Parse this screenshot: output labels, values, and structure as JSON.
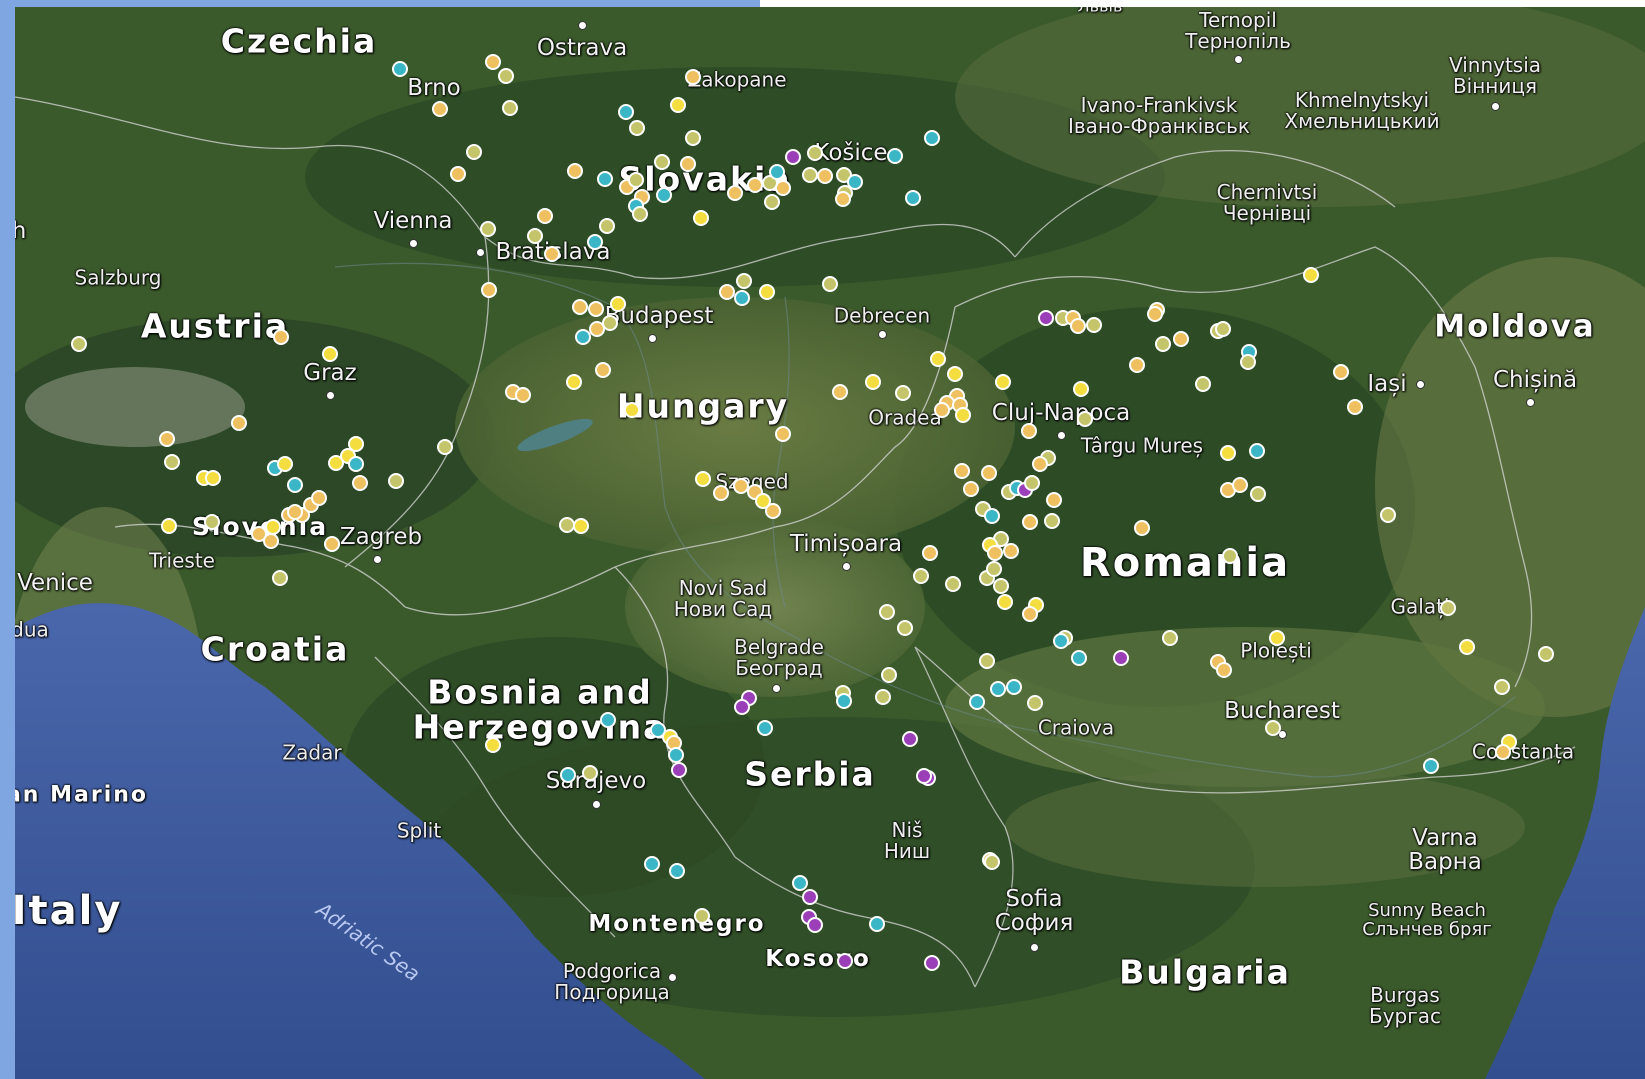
{
  "colors": {
    "water": "#3d5a9e",
    "land_dark": "#2f4a26",
    "land_mid": "#4a6a34",
    "land_light": "#6b7d4a",
    "border": "#d8d8d8",
    "frame_accent": "#7fa6e0",
    "marker_yellow": "#f4dd3f",
    "marker_light_orange": "#efc060",
    "marker_olive": "#c4c46a",
    "marker_cyan": "#3bb6c6",
    "marker_purple": "#9b3fb8"
  },
  "countries": [
    {
      "id": "czechia",
      "text": "Czechia"
    },
    {
      "id": "slovakia",
      "text": "Slovakia"
    },
    {
      "id": "austria",
      "text": "Austria"
    },
    {
      "id": "hungary",
      "text": "Hungary"
    },
    {
      "id": "slovenia",
      "text": "Slovenia"
    },
    {
      "id": "croatia",
      "text": "Croatia"
    },
    {
      "id": "bosnia",
      "text": "Bosnia and",
      "text2": "Herzegovina"
    },
    {
      "id": "serbia",
      "text": "Serbia"
    },
    {
      "id": "romania",
      "text": "Romania"
    },
    {
      "id": "moldova",
      "text": "Moldova"
    },
    {
      "id": "italy",
      "text": "Italy"
    },
    {
      "id": "montenegro",
      "text": "Montenegro"
    },
    {
      "id": "kosovo",
      "text": "Kosovo"
    },
    {
      "id": "bulgaria",
      "text": "Bulgaria"
    },
    {
      "id": "san-marino",
      "text": "an Marino"
    }
  ],
  "cities": [
    {
      "id": "ostrava",
      "text": "Ostrava"
    },
    {
      "id": "brno",
      "text": "Brno"
    },
    {
      "id": "zakopane",
      "text": "Zakopane"
    },
    {
      "id": "kosice",
      "text": "Košice"
    },
    {
      "id": "vienna",
      "text": "Vienna"
    },
    {
      "id": "bratislava",
      "text": "Bratislava"
    },
    {
      "id": "salzburg",
      "text": "Salzburg"
    },
    {
      "id": "graz",
      "text": "Graz"
    },
    {
      "id": "budapest",
      "text": "Budapest"
    },
    {
      "id": "debrecen",
      "text": "Debrecen"
    },
    {
      "id": "oradea",
      "text": "Oradea"
    },
    {
      "id": "cluj",
      "text": "Cluj-Napoca"
    },
    {
      "id": "targu-mures",
      "text": "Târgu Mureș"
    },
    {
      "id": "iasi",
      "text": "Iași"
    },
    {
      "id": "chisinau",
      "text": "Chișină"
    },
    {
      "id": "szeged",
      "text": "Szeged"
    },
    {
      "id": "timisoara",
      "text": "Timișoara"
    },
    {
      "id": "zagreb",
      "text": "Zagreb"
    },
    {
      "id": "trieste",
      "text": "Trieste"
    },
    {
      "id": "venice",
      "text": "Venice"
    },
    {
      "id": "padua",
      "text": "dua"
    },
    {
      "id": "novi-sad",
      "text": "Novi Sad",
      "text2": "Нови Сад"
    },
    {
      "id": "belgrade",
      "text": "Belgrade",
      "text2": "Београд"
    },
    {
      "id": "zadar",
      "text": "Zadar"
    },
    {
      "id": "sarajevo",
      "text": "Sarajevo"
    },
    {
      "id": "split",
      "text": "Split"
    },
    {
      "id": "nis",
      "text": "Niš",
      "text2": "Ниш"
    },
    {
      "id": "craiova",
      "text": "Craiova"
    },
    {
      "id": "ploiesti",
      "text": "Ploiești"
    },
    {
      "id": "bucharest",
      "text": "Bucharest"
    },
    {
      "id": "galati",
      "text": "Galați"
    },
    {
      "id": "constanta",
      "text": "Constanța"
    },
    {
      "id": "sofia",
      "text": "Sofia",
      "text2": "София"
    },
    {
      "id": "varna",
      "text": "Varna",
      "text2": "Варна"
    },
    {
      "id": "sunny-beach",
      "text": "Sunny Beach",
      "text2": "Слънчев бряг"
    },
    {
      "id": "burgas",
      "text": "Burgas",
      "text2": "Бургас"
    },
    {
      "id": "podgorica",
      "text": "Podgorica",
      "text2": "Подгорица"
    },
    {
      "id": "ternopil",
      "text": "Ternopil",
      "text2": "Тернопіль"
    },
    {
      "id": "vinnytsia",
      "text": "Vinnytsia",
      "text2": "Вінниця"
    },
    {
      "id": "ivano-frankivsk",
      "text": "Ivano-Frankivsk",
      "text2": "Івано-Франківськ"
    },
    {
      "id": "khmelnytskyi",
      "text": "Khmelnytskyi",
      "text2": "Хмельницький"
    },
    {
      "id": "chernivtsi",
      "text": "Chernivtsi",
      "text2": "Чернівці"
    },
    {
      "id": "lviv-partial",
      "text": "Львів"
    },
    {
      "id": "edge-h",
      "text": "h"
    }
  ],
  "seas": [
    {
      "id": "adriatic",
      "text": "Adriatic Sea"
    }
  ]
}
